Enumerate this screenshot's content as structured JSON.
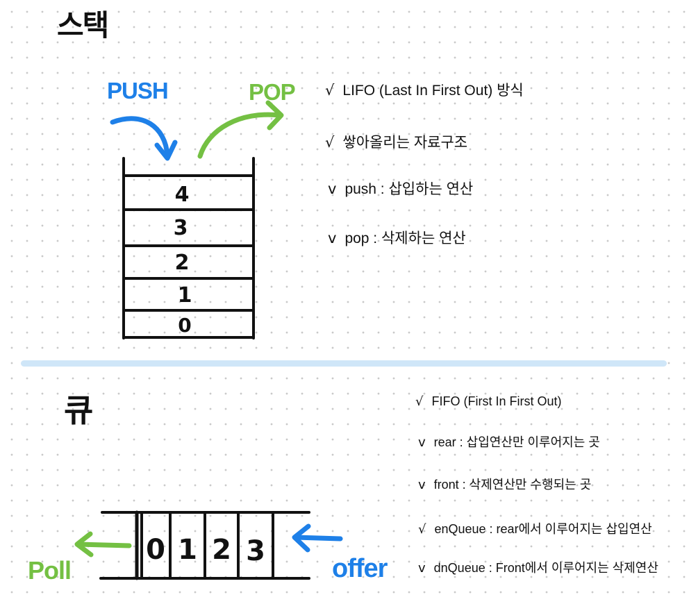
{
  "colors": {
    "push": "#1e80e8",
    "pop": "#74c043",
    "ink": "#111111",
    "divider": "#cfe6f8",
    "grid": "#c9c9c9"
  },
  "stack": {
    "title": "스택",
    "push_label": "PUSH",
    "pop_label": "POP",
    "cells": [
      "4",
      "3",
      "2",
      "1",
      "0"
    ],
    "notes": [
      {
        "mark": "√",
        "text": "LIFO (Last In First Out) 방식"
      },
      {
        "mark": "√",
        "text": "쌓아올리는 자료구조"
      },
      {
        "mark": "v",
        "text": "push : 삽입하는 연산"
      },
      {
        "mark": "v",
        "text": "pop : 삭제하는 연산"
      }
    ]
  },
  "queue": {
    "title": "큐",
    "poll_label": "Poll",
    "offer_label": "offer",
    "cells": [
      "0",
      "1",
      "2",
      "3"
    ],
    "notes": [
      {
        "mark": "√",
        "text": "FIFO (First In First Out)"
      },
      {
        "mark": "v",
        "text": "rear : 삽입연산만 이루어지는 곳"
      },
      {
        "mark": "v",
        "text": "front : 삭제연산만 수행되는 곳"
      },
      {
        "mark": "√",
        "text": "enQueue : rear에서 이루어지는 삽입연산"
      },
      {
        "mark": "v",
        "text": "dnQueue : Front에서 이루어지는 삭제연산"
      }
    ]
  }
}
